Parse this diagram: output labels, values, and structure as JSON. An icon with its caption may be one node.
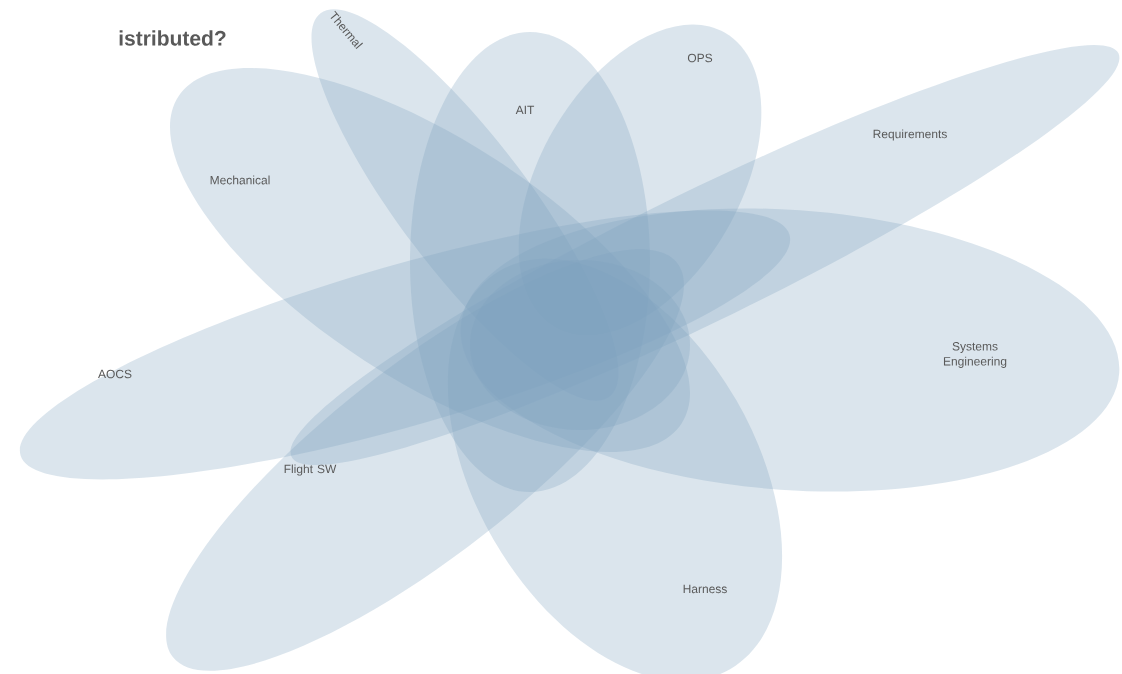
{
  "diagram": {
    "title": "istributed?",
    "nodes": [
      {
        "text": [
          "Thermal"
        ]
      },
      {
        "text": [
          "AIT"
        ]
      },
      {
        "text": [
          "OPS"
        ]
      },
      {
        "text": [
          "Requirements"
        ]
      },
      {
        "text": [
          "Mechanical"
        ]
      },
      {
        "text": [
          "Systems Engineering"
        ]
      },
      {
        "text": [
          "AOCS"
        ]
      },
      {
        "text": [
          "Flight SW"
        ]
      },
      {
        "text": [
          "Harness"
        ]
      },
      {
        "text": [],
        "shape": "ellipse"
      }
    ]
  }
}
